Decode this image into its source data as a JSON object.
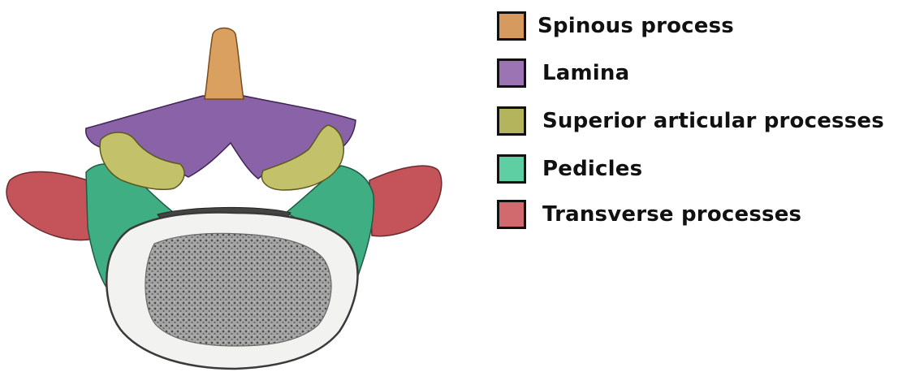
{
  "legend": {
    "items": [
      {
        "label": "Spinous process",
        "color": "#d79a5e"
      },
      {
        "label": "Lamina",
        "color": "#9c74b4"
      },
      {
        "label": "Superior articular processes",
        "color": "#b4b45c"
      },
      {
        "label": "Pedicles",
        "color": "#5ecfa2"
      },
      {
        "label": "Transverse processes",
        "color": "#d06a6e"
      }
    ]
  },
  "diagram": {
    "subject": "vertebra-superior-view",
    "colors": {
      "spinous": "#d9a060",
      "lamina": "#8a62a8",
      "articular": "#c3c26a",
      "pedicle": "#3fae82",
      "transverse": "#c4545a",
      "body_rim": "#f2f2f0",
      "body_core": "#9a9a9a"
    }
  }
}
